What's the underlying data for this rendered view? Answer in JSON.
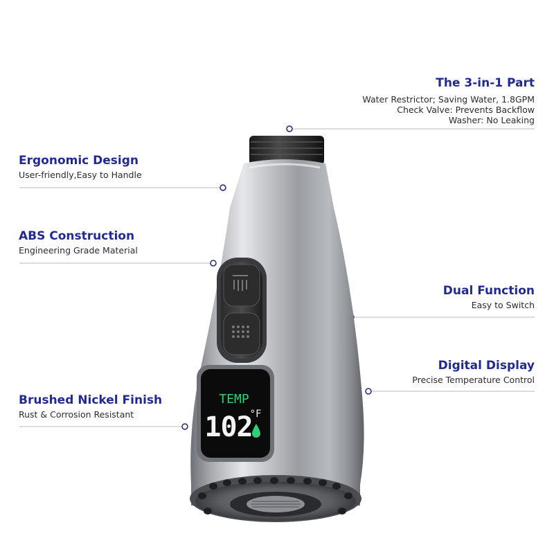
{
  "callouts": {
    "three_in_one": {
      "title": "The 3-in-1 Part",
      "lines": [
        "Water Restrictor;  Saving Water, 1.8GPM",
        "Check Valve: Prevents Backflow",
        "Washer: No Leaking"
      ]
    },
    "ergonomic": {
      "title": "Ergonomic Design",
      "desc": "User-friendly,Easy to Handle"
    },
    "abs": {
      "title": "ABS Construction",
      "desc": "Engineering Grade Material"
    },
    "dual": {
      "title": "Dual Function",
      "desc": "Easy to Switch"
    },
    "digital": {
      "title": "Digital Display",
      "desc": "Precise Temperature Control"
    },
    "nickel": {
      "title": "Brushed Nickel Finish",
      "desc": "Rust & Corrosion Resistant"
    }
  },
  "display": {
    "label": "TEMP",
    "value": "102",
    "unit": "°F"
  },
  "colors": {
    "title": "#232a8f",
    "lcd_green": "#2fd07a",
    "lcd_white": "#f4f4f4",
    "chrome": "#b9bcc0"
  }
}
